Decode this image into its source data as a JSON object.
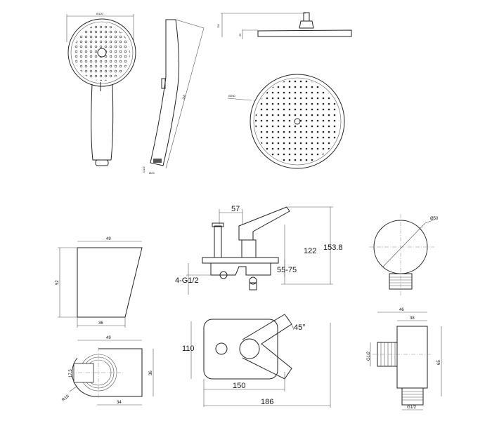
{
  "hand_shower": {
    "diameter_label": "Ø120",
    "length_label": "258",
    "thread_label": "G1/2",
    "nozzle_label": "Ø23"
  },
  "overhead_shower": {
    "height_label": "111",
    "plate_label": "25",
    "diameter_label": "Ø250"
  },
  "holder": {
    "side_top": "49",
    "side_height": "52",
    "side_bottom": "36",
    "top_width": "49",
    "top_slot": "17.5",
    "top_radius": "R18",
    "top_depth": "36",
    "top_bottom": "34"
  },
  "mixer": {
    "lever_offset": "57",
    "height_122": "122",
    "height_total": "153.8",
    "wall_range": "55-75",
    "inlets": "4-G1/2",
    "angle": "45°",
    "plate_height": "110",
    "width_150": "150",
    "width_186": "186"
  },
  "elbow": {
    "diameter": "Ø50",
    "depth_total": "46",
    "body_width": "38",
    "height": "65",
    "side_thread": "G1/2",
    "bottom_thread": "G1/2"
  }
}
